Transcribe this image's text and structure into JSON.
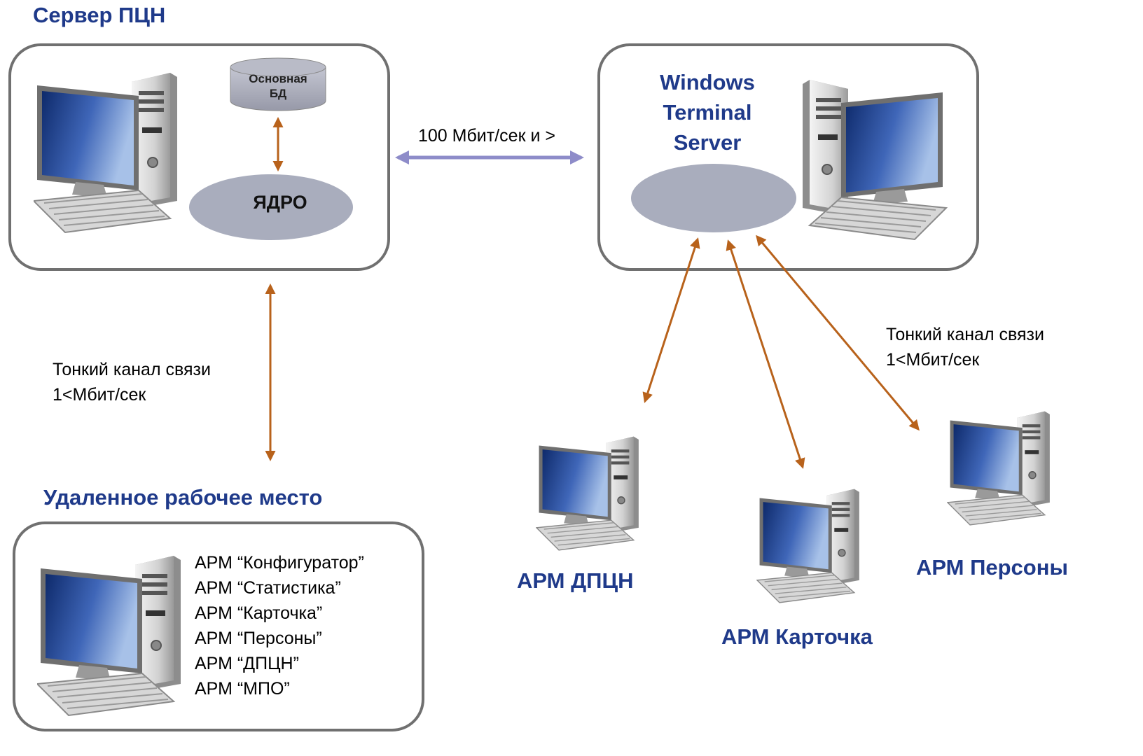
{
  "server_block": {
    "title": "Сервер ПЦН",
    "db_label_line1": "Основная",
    "db_label_line2": "БД",
    "core_label": "ЯДРО"
  },
  "terminal_block": {
    "title_line1": "Windows",
    "title_line2": "Terminal",
    "title_line3": "Server"
  },
  "link_server_terminal": {
    "label": "100 Мбит/сек и >"
  },
  "link_server_remote": {
    "label_line1": "Тонкий канал связи",
    "label_line2": "1<Мбит/сек"
  },
  "link_terminal_clients": {
    "label_line1": "Тонкий канал связи",
    "label_line2": "1<Мбит/сек"
  },
  "remote_block": {
    "title": "Удаленное рабочее место",
    "items": [
      "АРМ “Конфигуратор”",
      "АРМ “Статистика”",
      "АРМ “Карточка”",
      "АРМ “Персоны”",
      "АРМ “ДПЦН”",
      "АРМ “МПО”"
    ]
  },
  "clients": {
    "dpcn": "АРМ ДПЦН",
    "card": "АРМ Карточка",
    "persons": "АРМ Персоны"
  },
  "colors": {
    "title_blue": "#1f3a8a",
    "panel_border": "#707070",
    "arrow_orange": "#b8621b",
    "arrow_lavender": "#8e8cc9",
    "node_grey": "#a9adbd"
  }
}
